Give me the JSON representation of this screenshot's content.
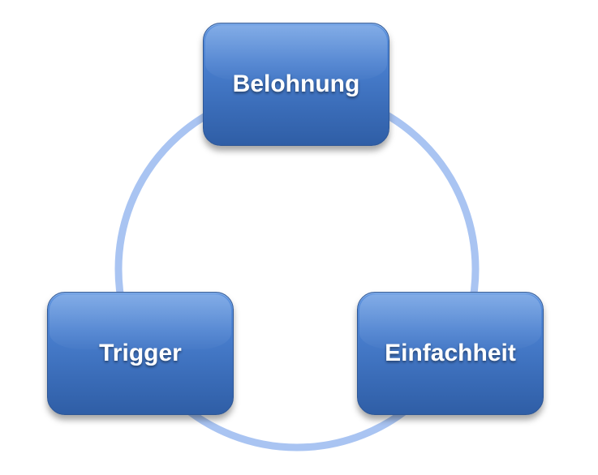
{
  "diagram": {
    "nodes": [
      {
        "id": "top",
        "label": "Belohnung"
      },
      {
        "id": "left",
        "label": "Trigger"
      },
      {
        "id": "right",
        "label": "Einfachheit"
      }
    ],
    "colors": {
      "ring": "#a9c4f2",
      "node_fill": "#3f74c4",
      "node_border": "#2e5796",
      "label": "#ffffff"
    }
  }
}
